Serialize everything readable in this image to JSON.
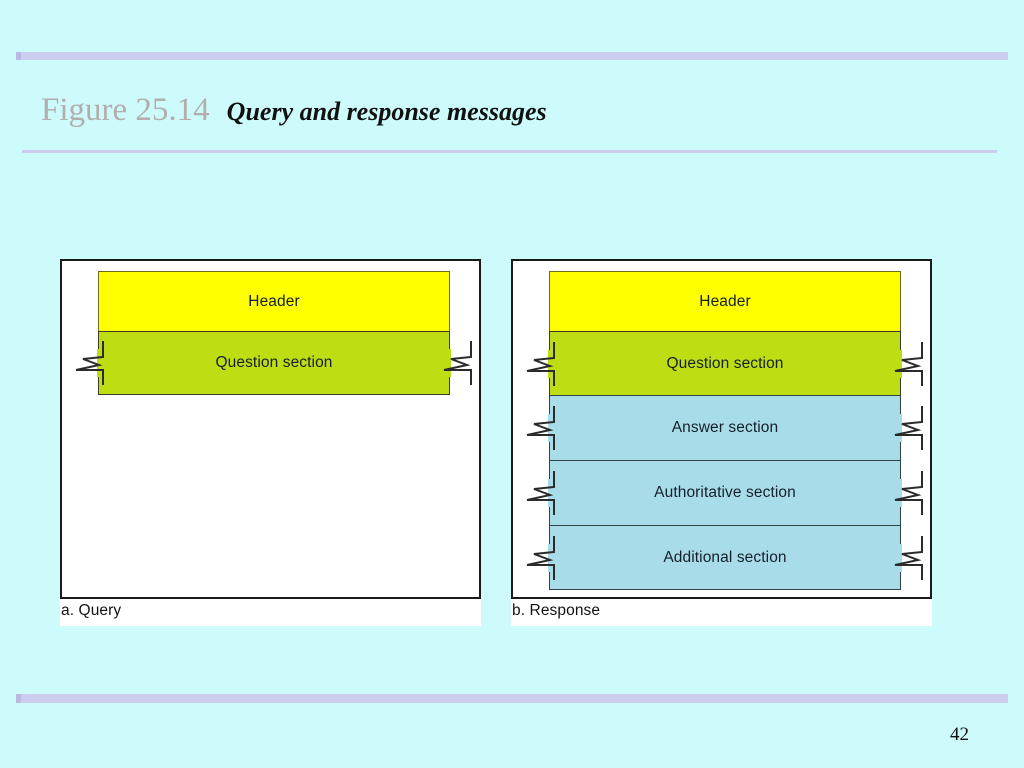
{
  "slide": {
    "figure_label": "Figure 25.14",
    "figure_caption": "Query and response messages",
    "page_number": "42",
    "background_color": "#cdfbfb",
    "rule_color": "#ccccee"
  },
  "figure": {
    "panels": [
      {
        "id": "query",
        "caption": "a. Query",
        "sections": [
          {
            "label": "Header",
            "color": "#ffff00",
            "kind": "header",
            "bolts": false
          },
          {
            "label": "Question section",
            "color": "#bedd12",
            "kind": "question",
            "bolts": true
          }
        ]
      },
      {
        "id": "response",
        "caption": "b. Response",
        "sections": [
          {
            "label": "Header",
            "color": "#ffff00",
            "kind": "header",
            "bolts": false
          },
          {
            "label": "Question section",
            "color": "#bedd12",
            "kind": "question",
            "bolts": true
          },
          {
            "label": "Answer section",
            "color": "#a9dce9",
            "kind": "answer",
            "bolts": true
          },
          {
            "label": "Authoritative section",
            "color": "#a9dce9",
            "kind": "authoritative",
            "bolts": true
          },
          {
            "label": "Additional section",
            "color": "#a9dce9",
            "kind": "additional",
            "bolts": true
          }
        ]
      }
    ]
  }
}
